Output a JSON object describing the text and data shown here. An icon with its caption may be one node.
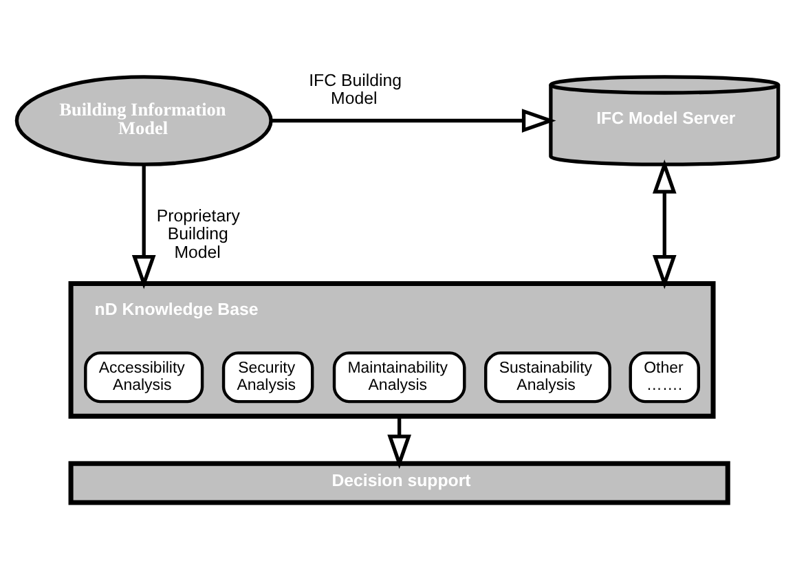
{
  "diagram": {
    "nodes": [
      {
        "text": [
          "Building Information Model"
        ]
      },
      {
        "text": [
          "IFC Model Server"
        ]
      },
      {
        "text": [
          "nD Knowledge Base"
        ]
      },
      {
        "text": [
          "Accessibility Analysis"
        ],
        "in": 2
      },
      {
        "text": [
          "Security Analysis"
        ],
        "in": 2
      },
      {
        "text": [
          "Maintainability Analysis"
        ],
        "in": 2
      },
      {
        "text": [
          "Sustainability Analysis"
        ],
        "in": 2
      },
      {
        "text": [
          "Other ……."
        ],
        "in": 2
      },
      {
        "text": [
          "Decision support"
        ]
      }
    ],
    "edges": [
      {
        "from": 0,
        "to": 1,
        "label": "IFC Building Model",
        "arrow": "to"
      },
      {
        "from": 0,
        "to": 2,
        "label": "Proprietary Building Model",
        "arrow": "to"
      },
      {
        "from": 1,
        "to": 2,
        "arrow": "both"
      },
      {
        "from": 2,
        "to": 8,
        "arrow": "to"
      }
    ]
  }
}
